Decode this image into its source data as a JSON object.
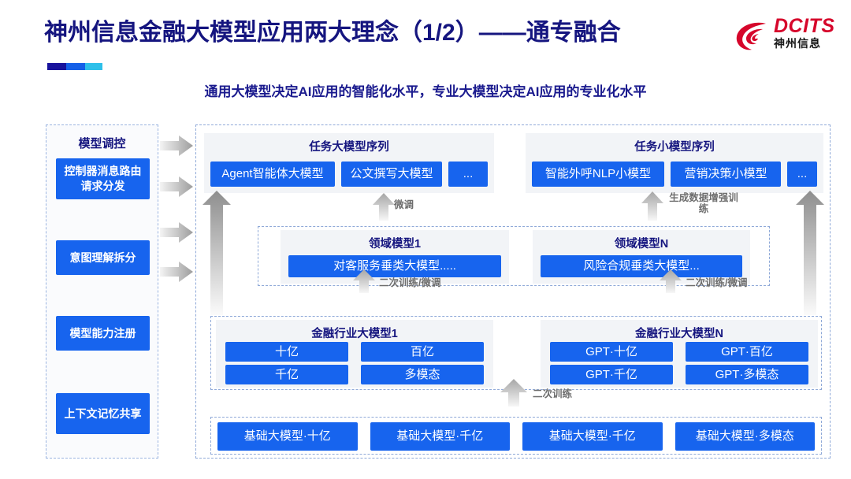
{
  "header": {
    "title": "神州信息金融大模型应用两大理念（1/2）——通专融合",
    "subtitle": "通用大模型决定AI应用的智能化水平，专业大模型决定AI应用的专业化水平",
    "logo_en": "DCITS",
    "logo_cn": "神州信息",
    "accent_colors": [
      "#18139c",
      "#1560e8",
      "#2ec0ea"
    ],
    "title_color": "#15157f",
    "brand_red": "#d6062b"
  },
  "left_panel": {
    "title": "模型调控",
    "items": [
      {
        "label": "控制器消息路由请求分发"
      },
      {
        "label": "意图理解拆分"
      },
      {
        "label": "模型能力注册"
      },
      {
        "label": "上下文记忆共享"
      }
    ]
  },
  "task_rows": {
    "big": {
      "title": "任务大模型序列",
      "items": [
        "Agent智能体大模型",
        "公文撰写大模型",
        "..."
      ]
    },
    "small": {
      "title": "任务小模型序列",
      "items": [
        "智能外呼NLP小模型",
        "营销决策小模型",
        "..."
      ]
    }
  },
  "domain_rows": {
    "left": {
      "title": "领域模型1",
      "item": "对客服务垂类大模型....."
    },
    "right": {
      "title": "领域模型N",
      "item": "风险合规垂类大模型..."
    }
  },
  "industry_rows": {
    "left": {
      "title": "金融行业大模型1",
      "items": [
        "十亿",
        "百亿",
        "千亿",
        "多模态"
      ]
    },
    "right": {
      "title": "金融行业大模型N",
      "items": [
        "GPT·十亿",
        "GPT·百亿",
        "GPT·千亿",
        "GPT·多模态"
      ]
    }
  },
  "base_row": {
    "items": [
      "基础大模型·十亿",
      "基础大模型·千亿",
      "基础大模型·千亿",
      "基础大模型·多模态"
    ]
  },
  "arrow_labels": {
    "fine_tune": "微调",
    "gen_data_aug": "生成数据增强训练",
    "retrain_finetune_left": "二次训练/微调",
    "retrain_finetune_right": "二次训练/微调",
    "retrain": "二次训练"
  },
  "colors": {
    "box_blue": "#1764ee",
    "panel_grey": "#f2f4f7",
    "dash_border": "#8fa9d8",
    "arrow_grey": "#9a9a9a"
  }
}
